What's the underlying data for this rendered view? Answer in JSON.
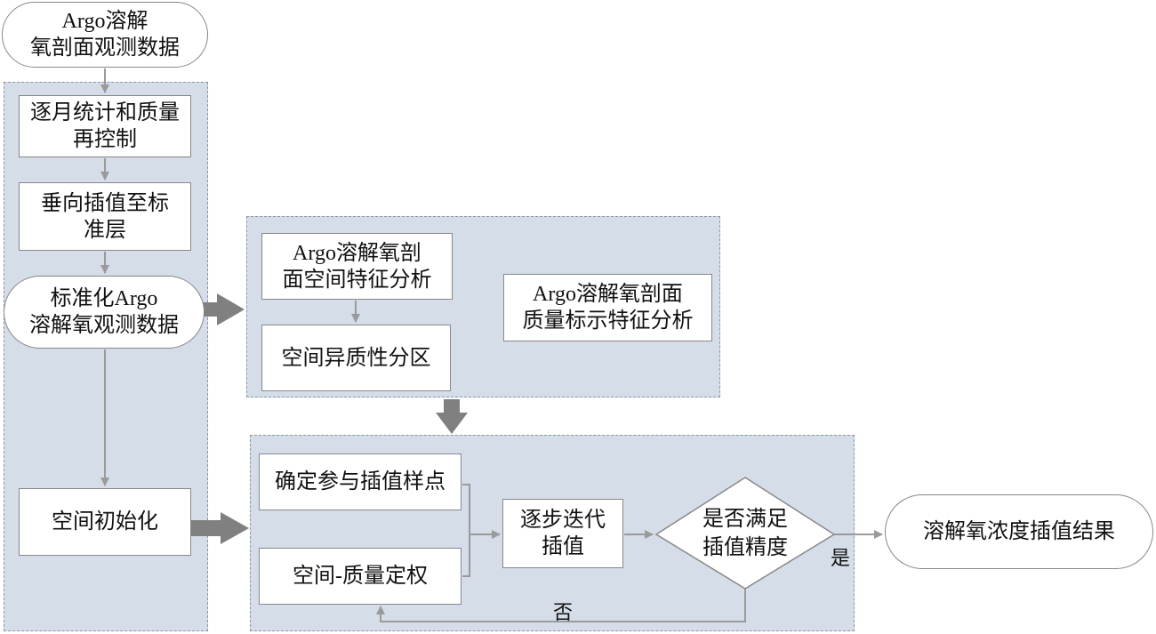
{
  "nodes": {
    "input": "Argo溶解\n氧剖面观测数据",
    "monthly_qc": "逐月统计和质量\n再控制",
    "vertical_interp": "垂向插值至标\n准层",
    "standardized": "标准化Argo\n溶解氧观测数据",
    "spatial_init": "空间初始化",
    "spatial_feature": "Argo溶解氧剖\n面空间特征分析",
    "heterogeneity": "空间异质性分区",
    "quality_feature": "Argo溶解氧剖面\n质量标示特征分析",
    "sample_points": "确定参与插值样点",
    "weighting": "空间-质量定权",
    "iterative_interp": "逐步迭代\n插值",
    "accuracy_check": "是否满足\n插值精度",
    "result": "溶解氧浓度插值结果"
  },
  "edge_labels": {
    "yes": "是",
    "no": "否"
  },
  "colors": {
    "panel_fill": "#d5dde8",
    "panel_border": "#8a97a8",
    "box_border": "#888888",
    "arrow": "#9a9a9a",
    "block_arrow": "#808080"
  }
}
